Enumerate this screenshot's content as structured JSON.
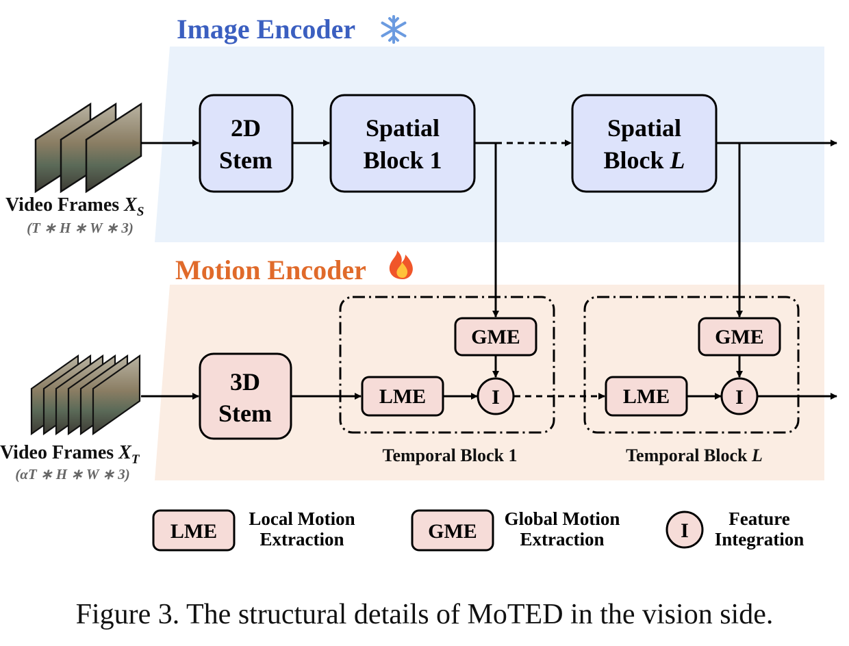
{
  "image_encoder": {
    "title": "Image Encoder",
    "icon": "snowflake-icon",
    "stem_line1": "2D",
    "stem_line2": "Stem",
    "block1_line1": "Spatial",
    "block1_line2": "Block 1",
    "blockL_line1": "Spatial",
    "blockL_line2": "Block ",
    "blockL_var": "L"
  },
  "motion_encoder": {
    "title": "Motion Encoder",
    "icon": "fire-icon",
    "stem_line1": "3D",
    "stem_line2": "Stem",
    "lme": "LME",
    "gme": "GME",
    "integration": "I",
    "temporal_block1": "Temporal Block 1",
    "temporal_blockL": "Temporal Block ",
    "temporal_blockL_var": "L"
  },
  "inputs": {
    "spatial_label": "Video Frames ",
    "spatial_var": "X",
    "spatial_sub": "S",
    "spatial_shape": "(T ∗ H ∗ W ∗ 3)",
    "temporal_label": "Video Frames ",
    "temporal_var": "X",
    "temporal_sub": "T",
    "temporal_shape": "(αT ∗ H ∗ W ∗ 3)"
  },
  "legend": {
    "lme": "LME",
    "lme_desc1": "Local Motion",
    "lme_desc2": "Extraction",
    "gme": "GME",
    "gme_desc1": "Global Motion",
    "gme_desc2": "Extraction",
    "i": "I",
    "i_desc1": "Feature",
    "i_desc2": "Integration"
  },
  "caption": "Figure 3. The structural details of MoTED in the vision side.",
  "colors": {
    "image_encoder_title": "#3b5fc0",
    "motion_encoder_title": "#e06a2a",
    "image_panel": "#eaf2fb",
    "motion_panel": "#fbede3",
    "spatial_box": "#dde3fb",
    "motion_box": "#f6dcd8"
  }
}
